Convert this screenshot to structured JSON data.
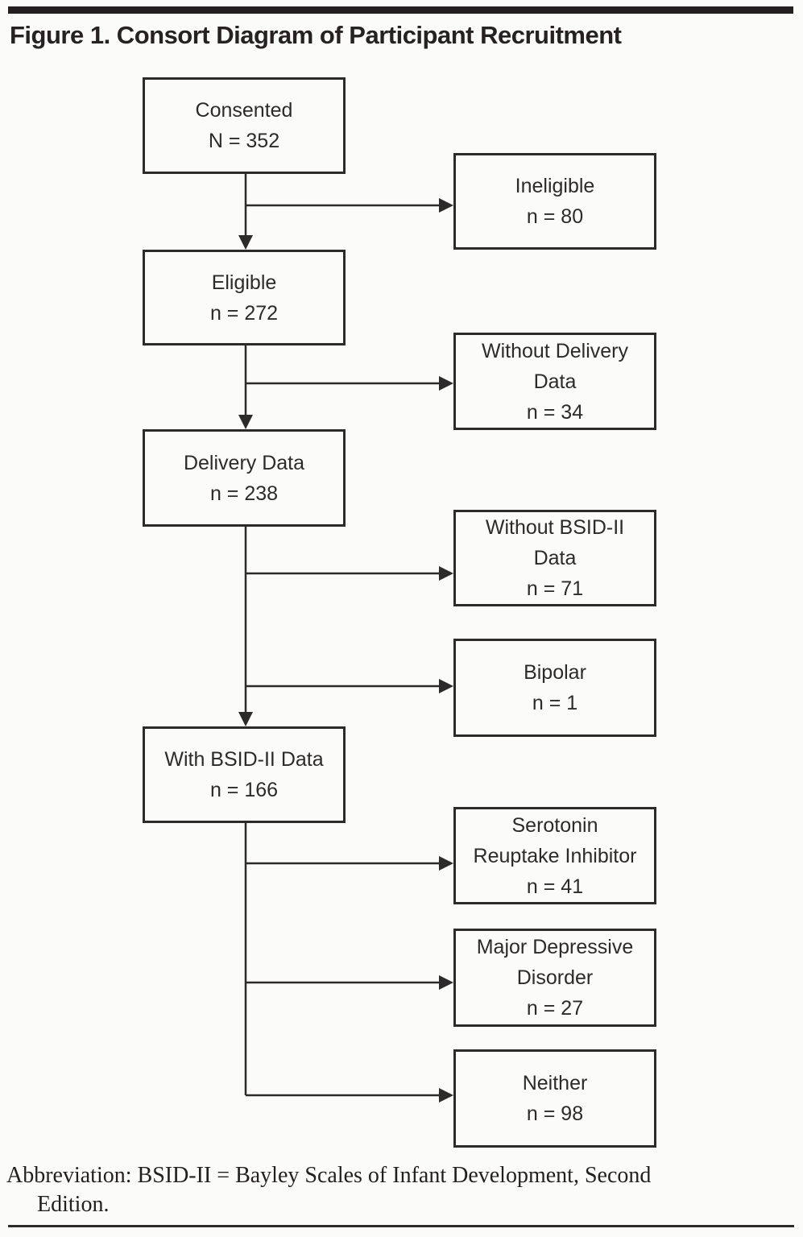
{
  "figure": {
    "title": "Figure 1. Consort Diagram of Participant Recruitment"
  },
  "flow": {
    "main_path": [
      {
        "label": "Consented",
        "count": "N = 352"
      },
      {
        "label": "Eligible",
        "count": "n = 272"
      },
      {
        "label": "Delivery Data",
        "count": "n = 238"
      },
      {
        "label": "With BSID-II Data",
        "count": "n = 166"
      }
    ],
    "branches": [
      {
        "label": "Ineligible",
        "count": "n = 80",
        "branch_from": "Consented"
      },
      {
        "label": "Without Delivery Data",
        "count": "n = 34",
        "branch_from": "Eligible"
      },
      {
        "label": "Without BSID-II Data",
        "count": "n = 71",
        "branch_from": "Delivery Data"
      },
      {
        "label": "Bipolar",
        "count": "n = 1",
        "branch_from": "Delivery Data"
      },
      {
        "label": "Serotonin Reuptake Inhibitor",
        "count": "n = 41",
        "branch_from": "With BSID-II Data"
      },
      {
        "label": "Major Depressive Disorder",
        "count": "n = 27",
        "branch_from": "With BSID-II Data"
      },
      {
        "label": "Neither",
        "count": "n = 98",
        "branch_from": "With BSID-II Data"
      }
    ]
  },
  "footnote": {
    "line1": "Abbreviation: BSID-II = Bayley Scales of Infant Development, Second",
    "line2": "Edition.",
    "full": "Abbreviation: BSID-II = Bayley Scales of Infant Development, Second Edition."
  },
  "colors": {
    "rule": "#231f20",
    "line": "#2d2a2b",
    "text": "#2d2a2b",
    "background": "#fbfbf9"
  }
}
